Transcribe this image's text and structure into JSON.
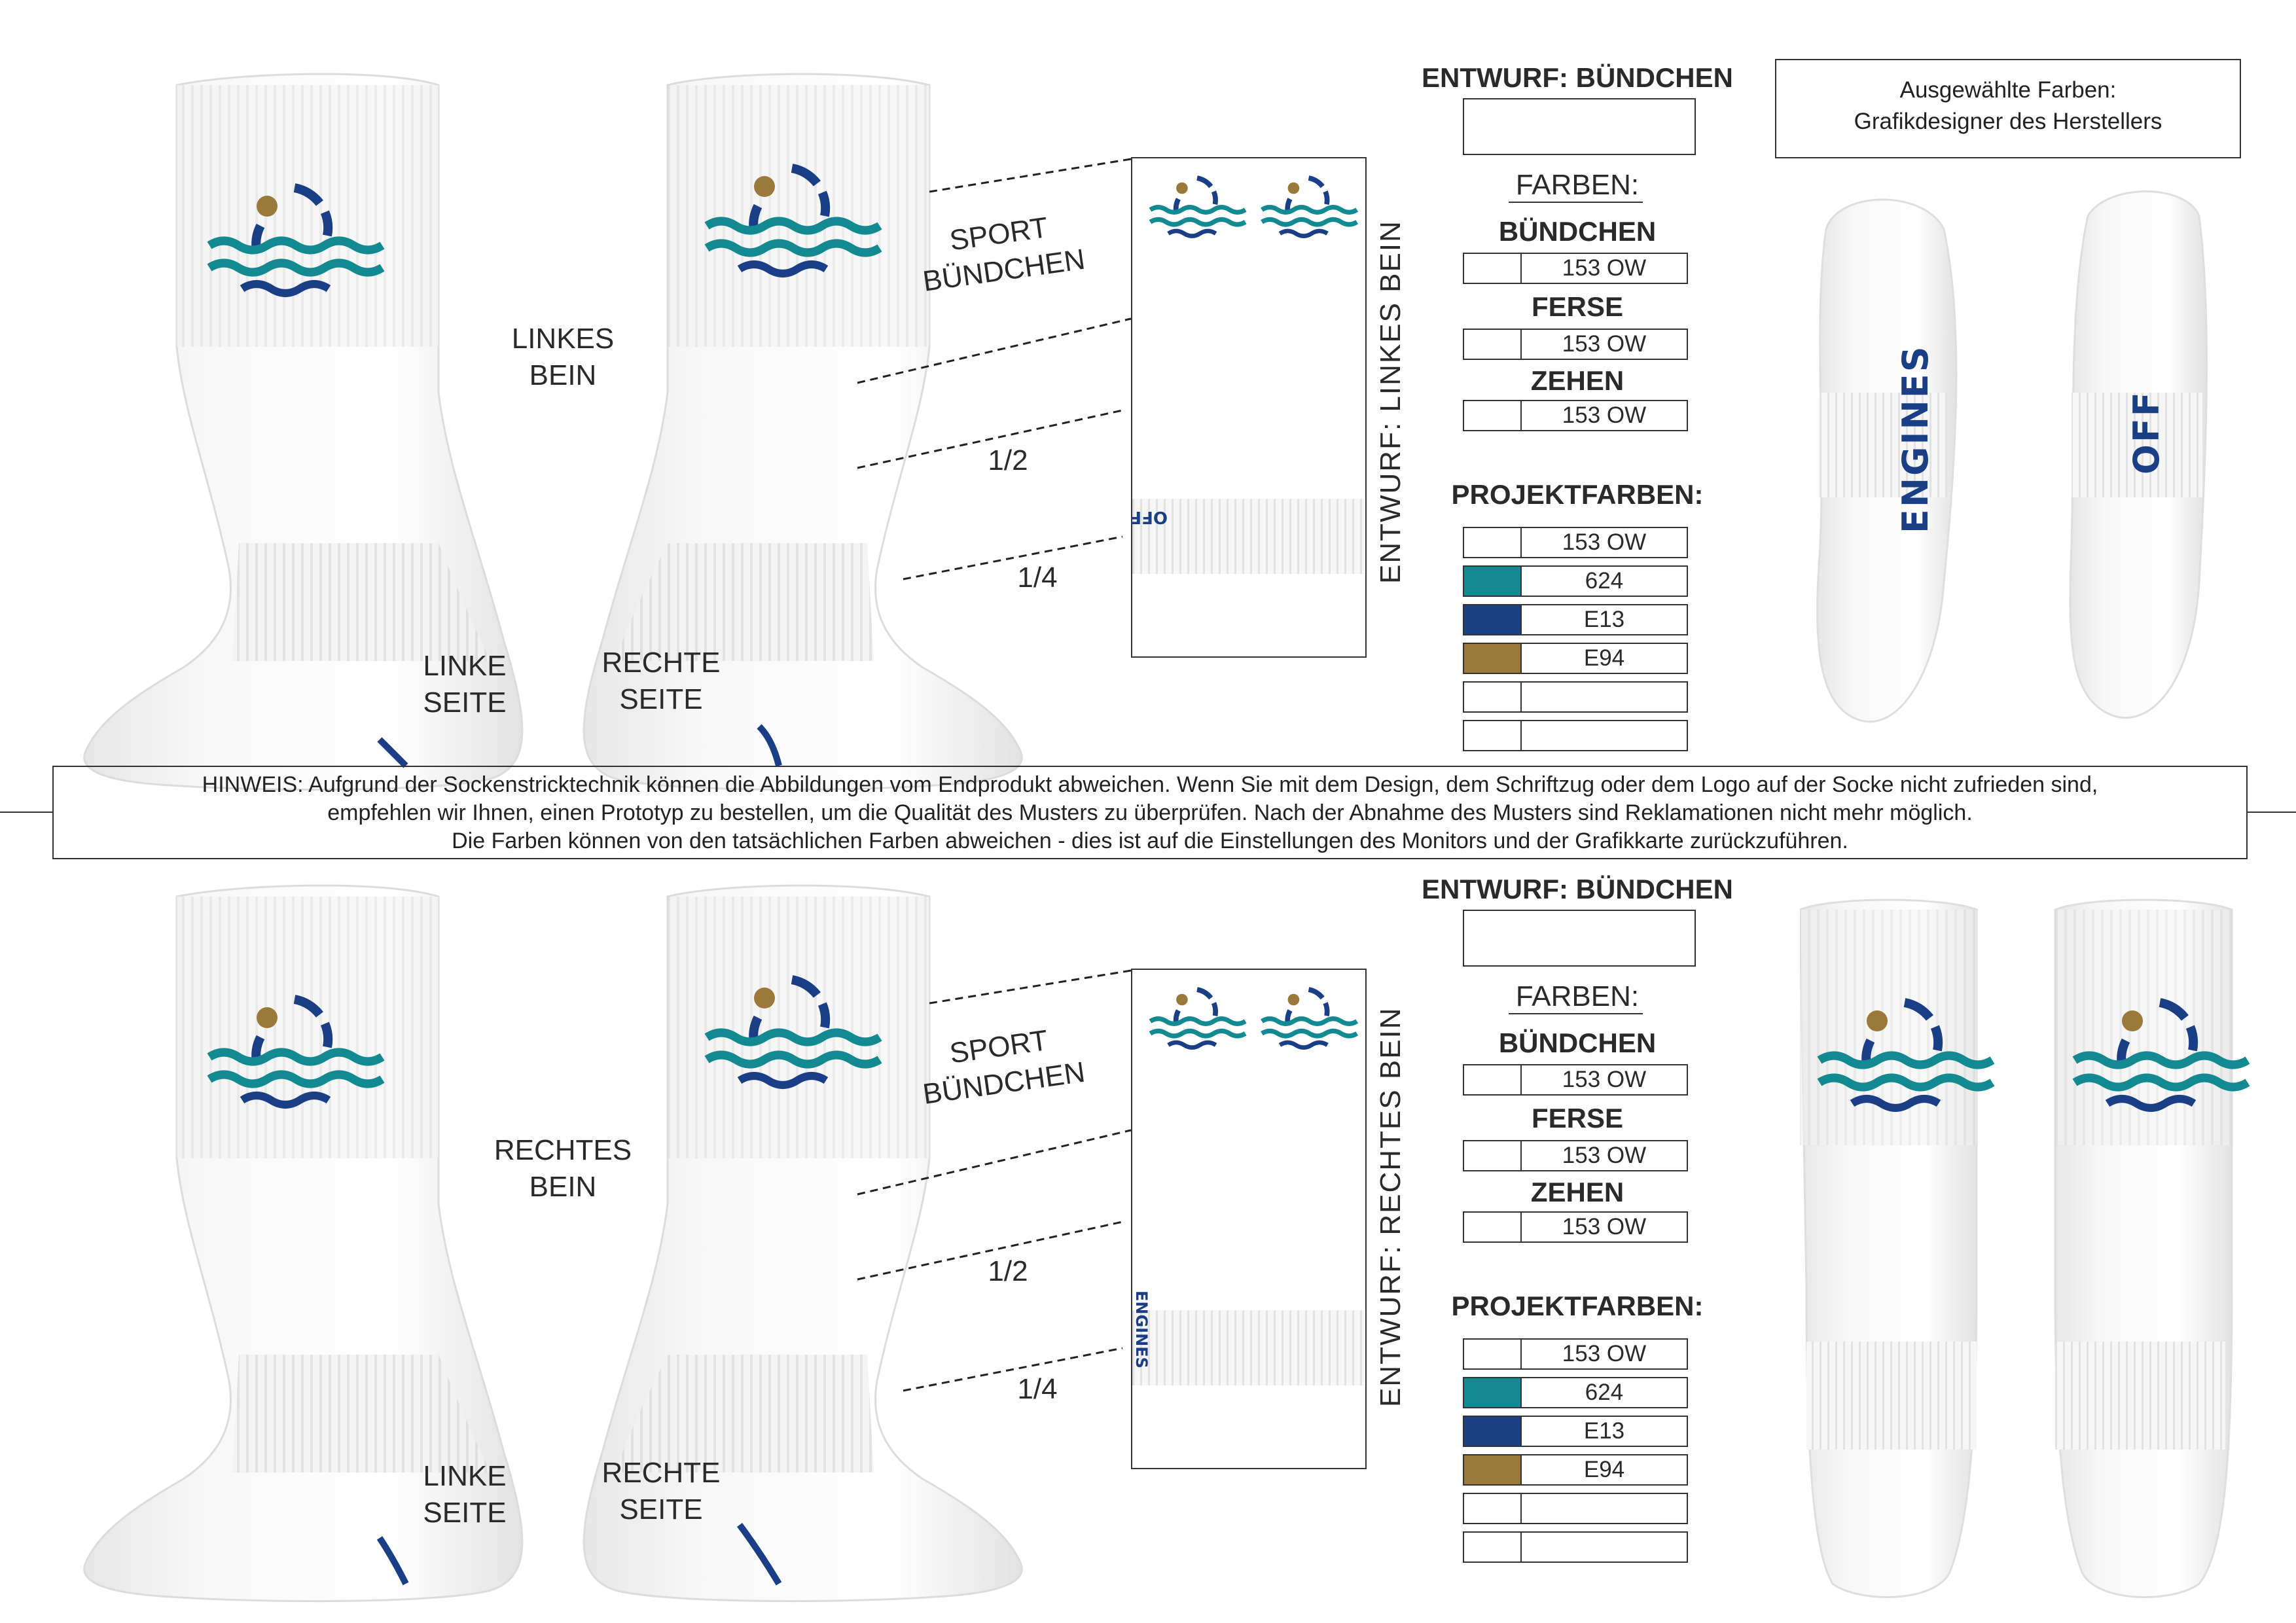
{
  "colors": {
    "white": "#ffffff",
    "teal": "#138a92",
    "navy": "#1a3f86",
    "gold": "#9a7a3a"
  },
  "icons": [
    "sock-illustration",
    "logo-icon",
    "dashed-leader-line"
  ],
  "notice": {
    "line1": "HINWEIS: Aufgrund der Sockenstricktechnik können die Abbildungen vom Endprodukt abweichen. Wenn Sie mit dem Design, dem Schriftzug oder dem Logo auf der Socke nicht zufrieden sind,",
    "line2": "empfehlen wir Ihnen, einen Prototyp zu bestellen, um die Qualität des Musters zu überprüfen. Nach der Abnahme des Musters sind Reklamationen nicht mehr möglich.",
    "line3": "Die Farben können von den tatsächlichen Farben abweichen - dies ist auf die Einstellungen des Monitors und der Grafikkarte zurückzuführen."
  },
  "selected_colors": {
    "line1": "Ausgewählte Farben:",
    "line2": "Grafikdesigner des Herstellers"
  },
  "top": {
    "leg_label": [
      "LINKES",
      "BEIN"
    ],
    "sport_label": [
      "SPORT",
      "BÜNDCHEN"
    ],
    "half": "1/2",
    "quarter": "1/4",
    "left_side": [
      "LINKE",
      "SEITE"
    ],
    "right_side": [
      "RECHTE",
      "SEITE"
    ],
    "design_vertical": "ENTWURF: LINKES BEIN",
    "design_label": "ENTWURF: BÜNDCHEN",
    "colors_label": "FARBEN:",
    "cuff_label": "BÜNDCHEN",
    "cuff_code": "153 OW",
    "heel_label": "FERSE",
    "heel_code": "153 OW",
    "toe_label": "ZEHEN",
    "toe_code": "153 OW",
    "project_label": "PROJEKTFARBEN:",
    "project_colors": [
      {
        "code": "153 OW",
        "color": "#ffffff"
      },
      {
        "code": "624",
        "color": "#138a92"
      },
      {
        "code": "E13",
        "color": "#1a3f86"
      },
      {
        "code": "E94",
        "color": "#9a7a3a"
      },
      {
        "code": "",
        "color": "#ffffff"
      },
      {
        "code": "",
        "color": "#ffffff"
      }
    ],
    "sole_words": [
      "ENGINES",
      "OFF"
    ]
  },
  "bottom": {
    "leg_label": [
      "RECHTES",
      "BEIN"
    ],
    "sport_label": [
      "SPORT",
      "BÜNDCHEN"
    ],
    "half": "1/2",
    "quarter": "1/4",
    "left_side": [
      "LINKE",
      "SEITE"
    ],
    "right_side": [
      "RECHTE",
      "SEITE"
    ],
    "design_vertical": "ENTWURF: RECHTES BEIN",
    "design_label": "ENTWURF: BÜNDCHEN",
    "colors_label": "FARBEN:",
    "cuff_label": "BÜNDCHEN",
    "cuff_code": "153 OW",
    "heel_label": "FERSE",
    "heel_code": "153 OW",
    "toe_label": "ZEHEN",
    "toe_code": "153 OW",
    "project_label": "PROJEKTFARBEN:",
    "project_colors": [
      {
        "code": "153 OW",
        "color": "#ffffff"
      },
      {
        "code": "624",
        "color": "#138a92"
      },
      {
        "code": "E13",
        "color": "#1a3f86"
      },
      {
        "code": "E94",
        "color": "#9a7a3a"
      },
      {
        "code": "",
        "color": "#ffffff"
      },
      {
        "code": "",
        "color": "#ffffff"
      }
    ]
  }
}
